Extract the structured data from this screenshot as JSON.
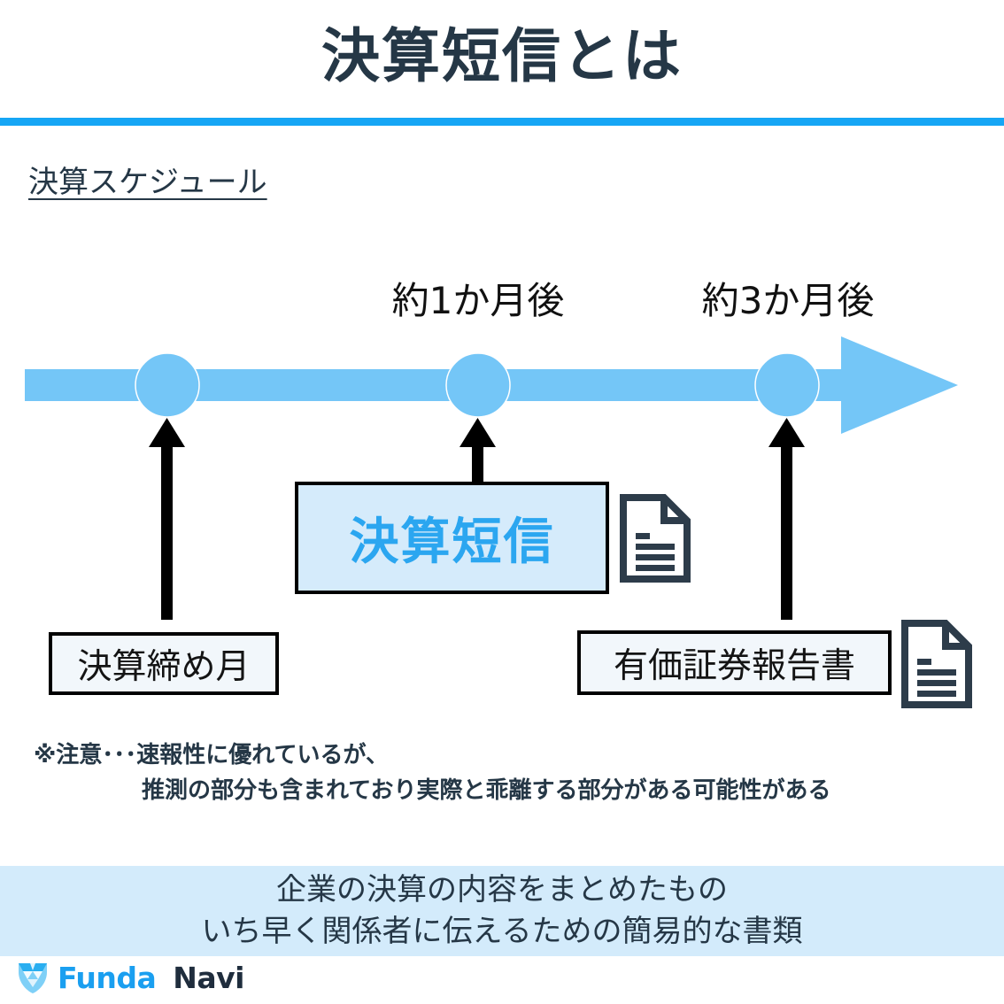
{
  "header": {
    "title": "決算短信とは",
    "rule_color": "#16a6f5"
  },
  "section": {
    "heading": "決算スケジュール"
  },
  "timeline": {
    "axis_color": "#74c6f7",
    "milestones": [
      {
        "id": "fiscal-close",
        "label": "",
        "marker": "circle"
      },
      {
        "id": "one-month",
        "label": "約1か月後",
        "marker": "circle"
      },
      {
        "id": "three-month",
        "label": "約3か月後",
        "marker": "circle"
      }
    ],
    "label_one_month": "約1か月後",
    "label_three_month": "約3か月後"
  },
  "callouts": {
    "tanshin": {
      "label": "決算短信",
      "fill": "#d5ebfb",
      "text_color": "#2ba6f0",
      "border_color": "#000000",
      "icon": "document-icon"
    },
    "fiscal_close": {
      "label": "決算締め月",
      "fill": "#f2f7fb",
      "text_color": "#141414",
      "border_color": "#000000"
    },
    "yuho": {
      "label": "有価証券報告書",
      "fill": "#f2f7fb",
      "text_color": "#141414",
      "border_color": "#000000",
      "icon": "document-icon"
    }
  },
  "note": {
    "line1": "※注意･･･速報性に優れているが、",
    "line2": "推測の部分も含まれており実際と乖離する部分がある可能性がある"
  },
  "summary": {
    "band_color": "#d3ebfb",
    "line1": "企業の決算の内容をまとめたもの",
    "line2": "いち早く関係者に伝えるための簡易的な書類"
  },
  "footer": {
    "logo_icon": "gem-icon",
    "logo_primary": "Funda",
    "logo_secondary": "Navi",
    "logo_primary_color": "#1a9ff0",
    "logo_secondary_color": "#1f2d3d"
  }
}
